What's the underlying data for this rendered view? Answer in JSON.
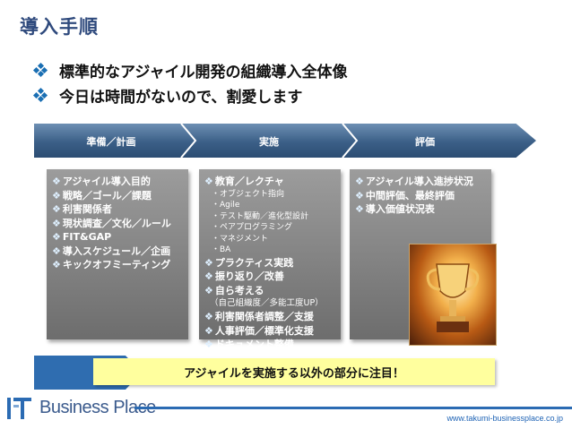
{
  "slide": {
    "title": "導入手順",
    "bullets": [
      {
        "text": "標準的なアジャイル開発の組織導入全体像"
      },
      {
        "text": "今日は時間がないので、割愛します"
      }
    ],
    "phases": [
      {
        "label": "準備／計画"
      },
      {
        "label": "実施"
      },
      {
        "label": "評価"
      }
    ],
    "columns": [
      {
        "items": [
          {
            "kind": "item",
            "text": "アジャイル導入目的"
          },
          {
            "kind": "item",
            "text": "戦略／ゴール／課題"
          },
          {
            "kind": "item",
            "text": "利害関係者"
          },
          {
            "kind": "item",
            "text": "現状調査／文化／ルール"
          },
          {
            "kind": "item",
            "text": "FIT&GAP"
          },
          {
            "kind": "item",
            "text": "導入スケジュール／企画"
          },
          {
            "kind": "item",
            "text": "キックオフミーティング"
          }
        ]
      },
      {
        "items": [
          {
            "kind": "item",
            "text": "教育／レクチャ"
          },
          {
            "kind": "sub",
            "text": "・オブジェクト指向"
          },
          {
            "kind": "sub",
            "text": "・Agile"
          },
          {
            "kind": "sub",
            "text": "・テスト駆動／進化型設計"
          },
          {
            "kind": "sub",
            "text": "・ペアプログラミング"
          },
          {
            "kind": "sub",
            "text": "・マネジメント"
          },
          {
            "kind": "sub",
            "text": "・BA"
          },
          {
            "kind": "item",
            "text": "プラクティス実践"
          },
          {
            "kind": "item",
            "text": "振り返り／改善"
          },
          {
            "kind": "item",
            "text": "自ら考える"
          },
          {
            "kind": "note",
            "text": "（自己組織度／多能工度UP）"
          },
          {
            "kind": "item",
            "text": "利害関係者調整／支援"
          },
          {
            "kind": "item",
            "text": "人事評価／標準化支援"
          },
          {
            "kind": "item",
            "text": "ドキュメント整備"
          }
        ]
      },
      {
        "items": [
          {
            "kind": "item",
            "text": "アジャイル導入進捗状況"
          },
          {
            "kind": "item",
            "text": "中間評価、最終評価"
          },
          {
            "kind": "item",
            "text": "導入価値状況表"
          }
        ]
      }
    ],
    "banner": "アジャイルを実施する以外の部分に注目！",
    "logo_text": "Business Place",
    "url": "www.takumi-businessplace.co.jp",
    "colors": {
      "title": "#2f4a7d",
      "chevron": "#3b5f87",
      "column": "#8a8a8a",
      "banner": "#ffff9e",
      "brand": "#2b6bb3"
    }
  }
}
